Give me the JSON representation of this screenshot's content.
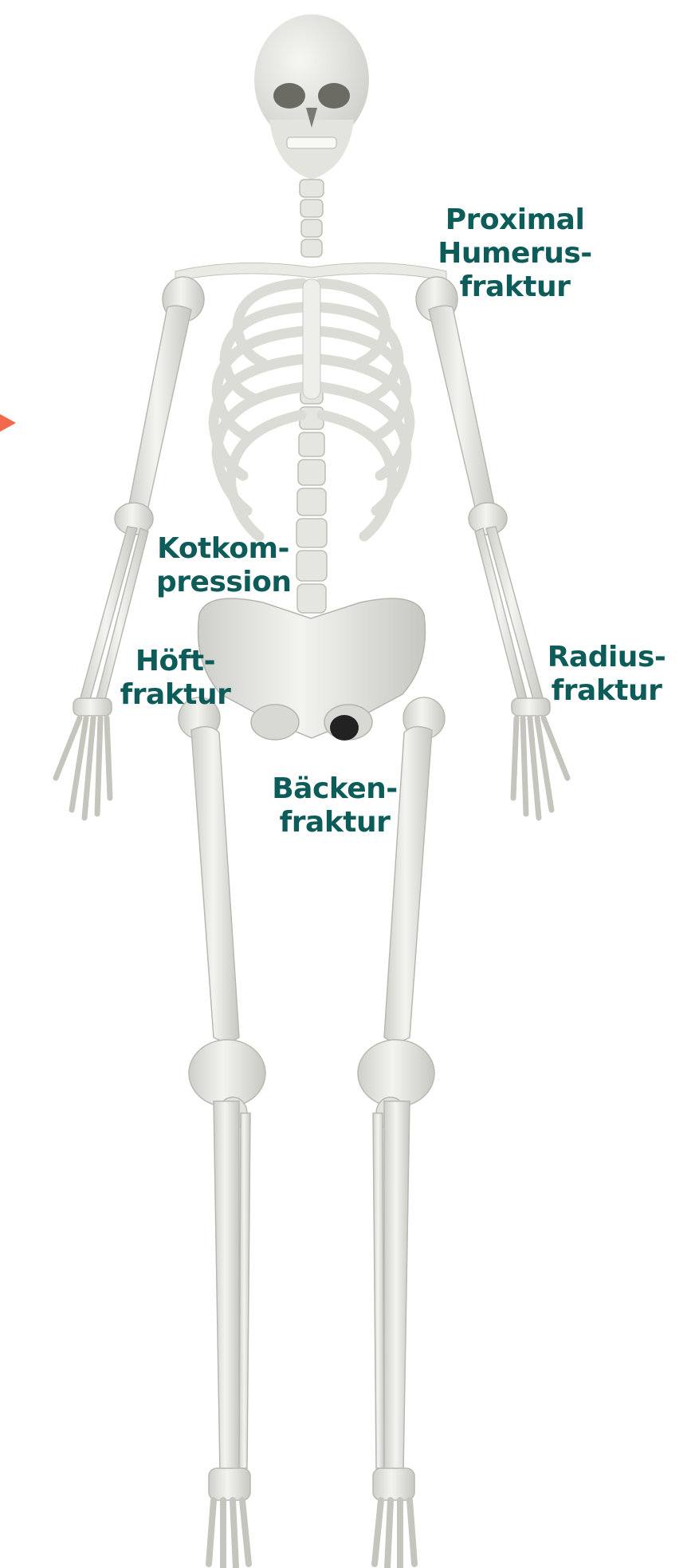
{
  "labels": {
    "humerus": [
      "Proximal",
      "Humerus-",
      "fraktur"
    ],
    "kotkompression": [
      "Kotkom-",
      "pression"
    ],
    "hoft": [
      "Höft-",
      "fraktur"
    ],
    "radius": [
      "Radius-",
      "fraktur"
    ],
    "backen": [
      "Bäcken-",
      "fraktur"
    ]
  },
  "colors": {
    "label": "#0d5c5a",
    "bone": "#ecece8",
    "bone_shadow": "#c9c9c3",
    "arrow": "#f26a4b"
  },
  "icons": {
    "pointer": "arrow-right-icon"
  }
}
